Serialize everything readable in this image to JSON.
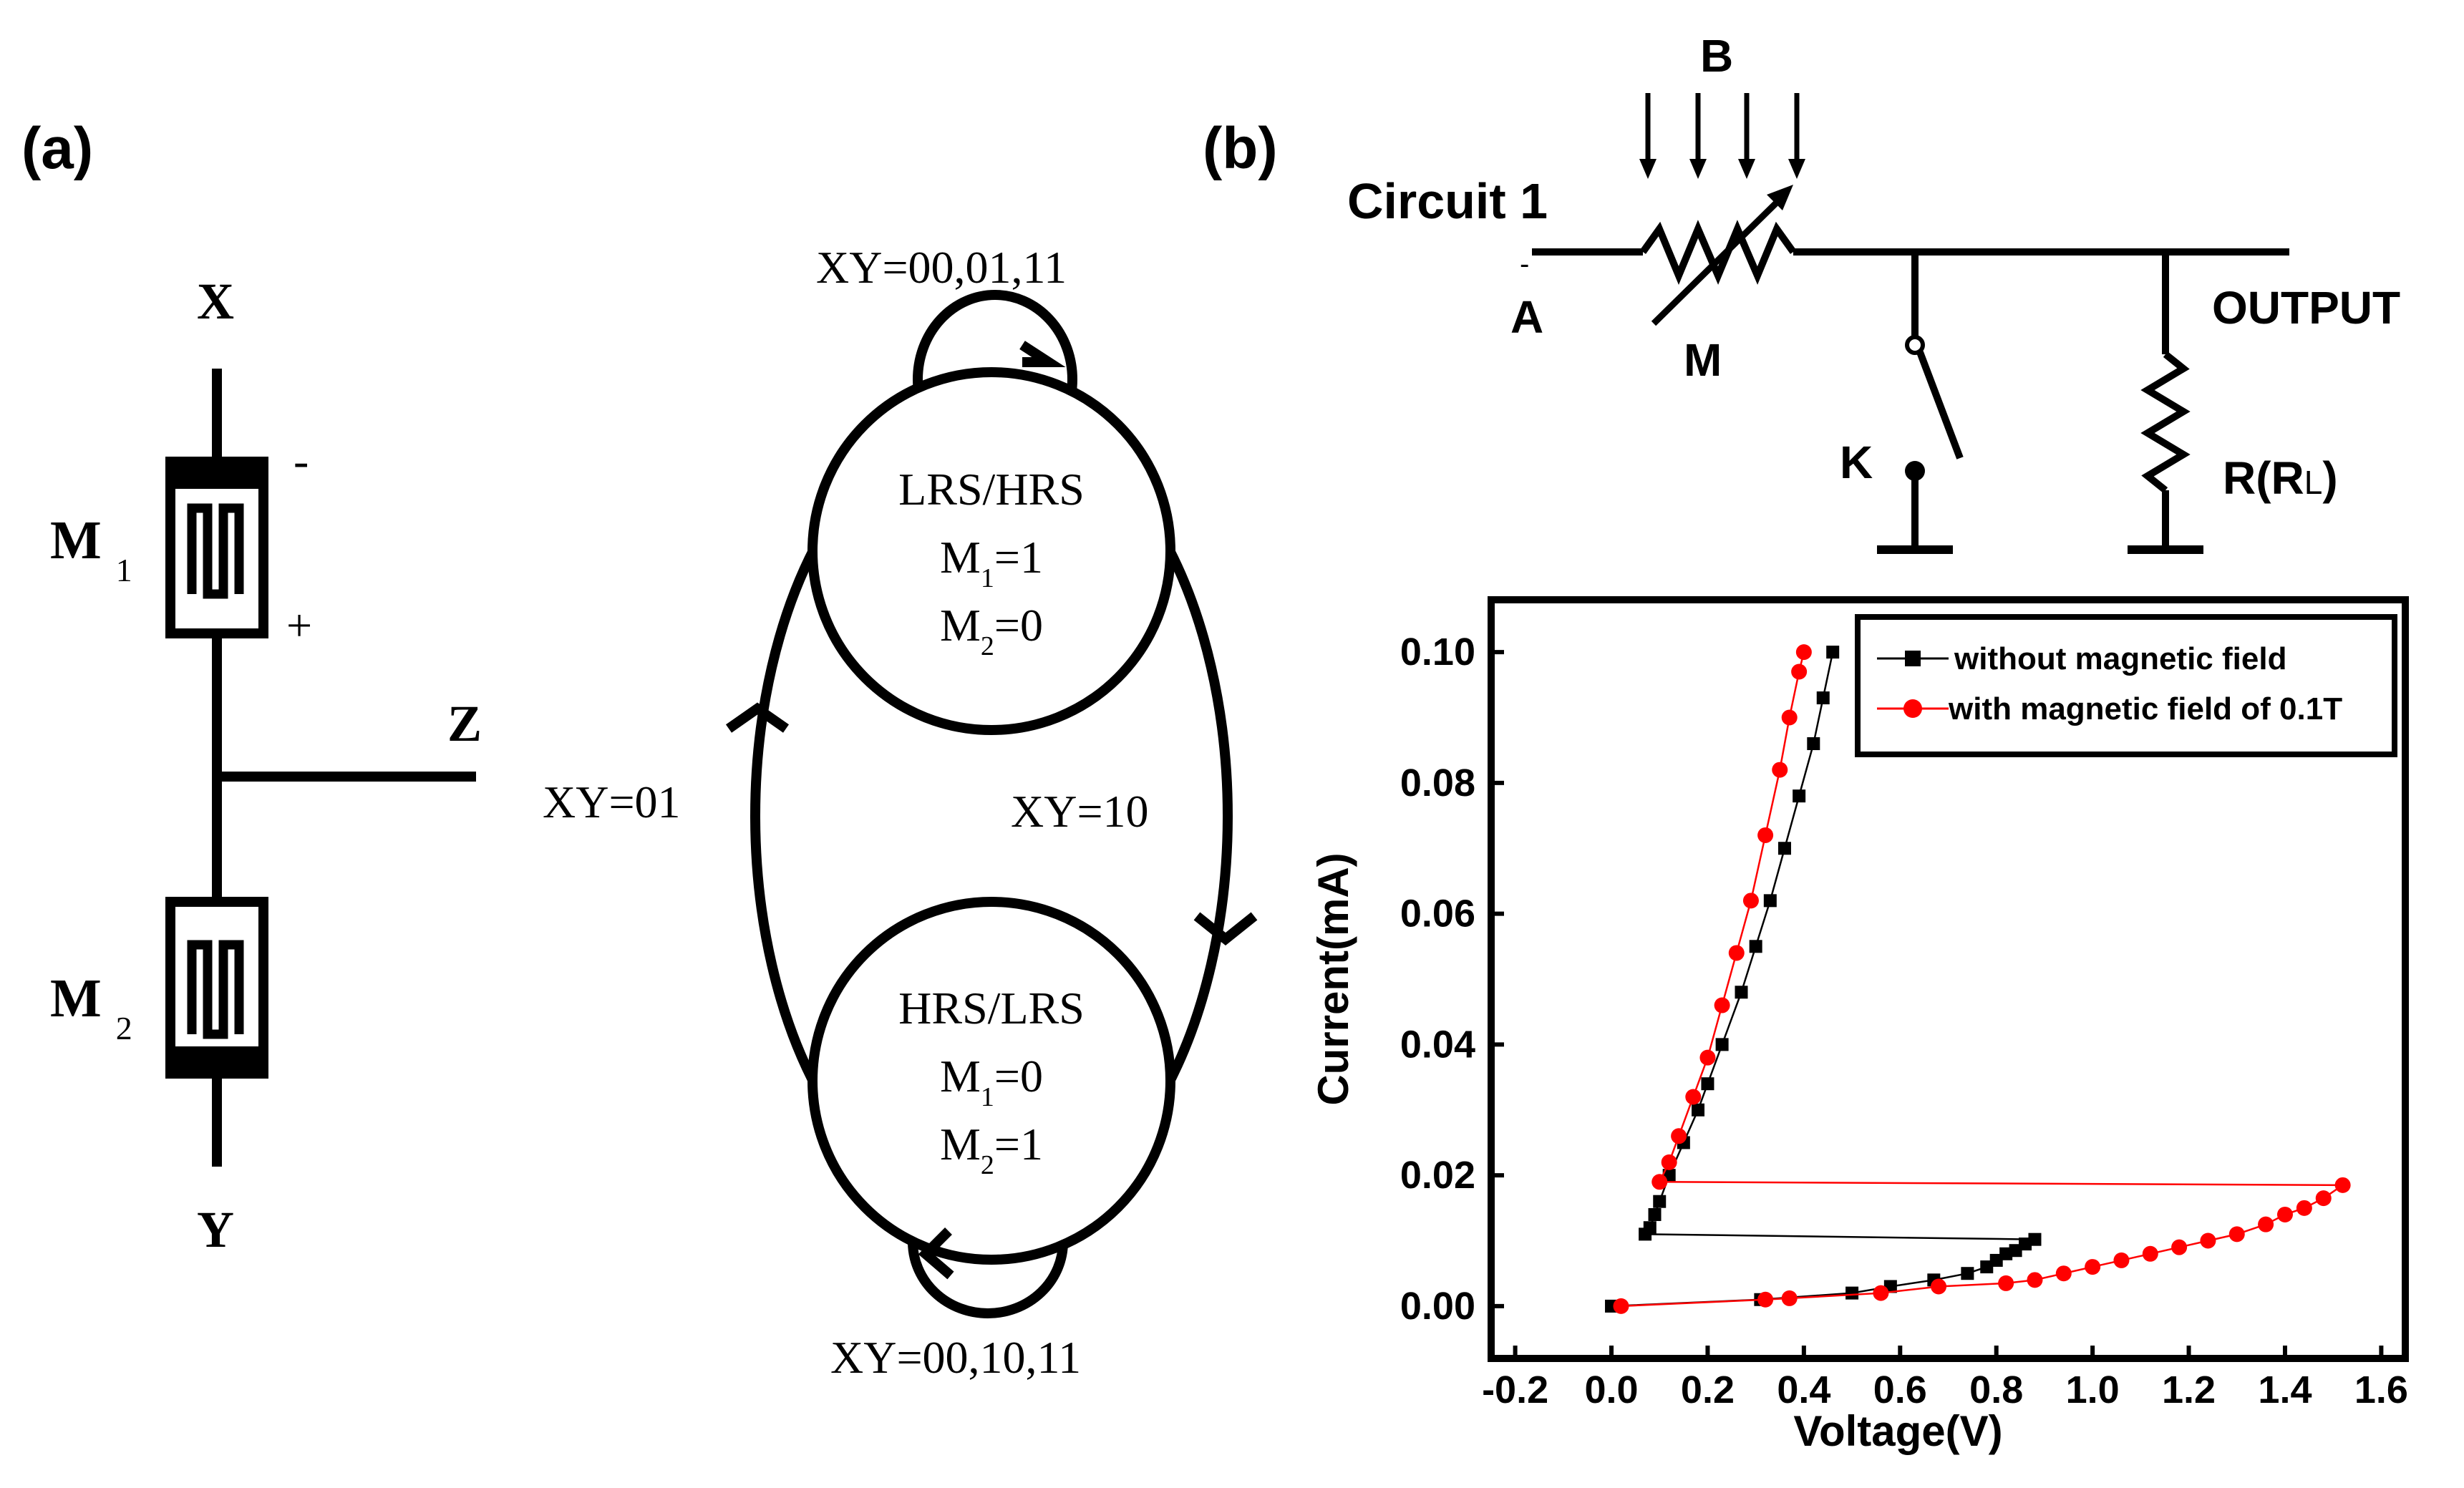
{
  "panel_a": {
    "label": "(a)",
    "x_label": "X",
    "y_label": "Y",
    "z_label": "Z",
    "m1_main": "M",
    "m1_sub": "1",
    "m2_main": "M",
    "m2_sub": "2",
    "minus_sign": "-",
    "plus_sign": "+",
    "state_top": {
      "title": "LRS/HRS",
      "m1_value": "=1",
      "m2_value": "=0"
    },
    "state_bottom": {
      "title": "HRS/LRS",
      "m1_value": "=0",
      "m2_value": "=1"
    },
    "state_var_main": "M",
    "state_var_sub1": "1",
    "state_var_sub2": "2",
    "self_loop_top": "XY=00,01,11",
    "self_loop_bottom": "XY=00,10,11",
    "transition_left": "XY=01",
    "transition_right": "XY=10"
  },
  "panel_b": {
    "label": "(b)",
    "circuit_title": "Circuit 1",
    "node_a": "A",
    "node_a_mark": "-",
    "field_label": "B",
    "memristor_label": "M",
    "switch_label": "K",
    "resistor_label_main": "R(R",
    "resistor_label_sub": "L",
    "resistor_label_close": ")",
    "output_label": "OUTPUT"
  },
  "chart_data": {
    "type": "scatter",
    "xlabel": "Voltage(V)",
    "ylabel": "Current(mA)",
    "xlim": [
      -0.25,
      1.65
    ],
    "ylim": [
      -0.008,
      0.108
    ],
    "x_ticks": [
      -0.2,
      0.0,
      0.2,
      0.4,
      0.6,
      0.8,
      1.0,
      1.2,
      1.4,
      1.6
    ],
    "x_tick_labels": [
      "-0.2",
      "0.0",
      "0.2",
      "0.4",
      "0.6",
      "0.8",
      "1.0",
      "1.2",
      "1.4",
      "1.6"
    ],
    "y_ticks": [
      0.0,
      0.02,
      0.04,
      0.06,
      0.08,
      0.1
    ],
    "y_tick_labels": [
      "0.00",
      "0.02",
      "0.04",
      "0.06",
      "0.08",
      "0.10"
    ],
    "legend_position": "top-right",
    "grid": false,
    "series": [
      {
        "name": "without magnetic field",
        "color": "#000000",
        "marker": "square",
        "points": [
          [
            0.0,
            0.0
          ],
          [
            0.31,
            0.001
          ],
          [
            0.5,
            0.002
          ],
          [
            0.58,
            0.003
          ],
          [
            0.67,
            0.004
          ],
          [
            0.74,
            0.005
          ],
          [
            0.78,
            0.006
          ],
          [
            0.8,
            0.007
          ],
          [
            0.82,
            0.008
          ],
          [
            0.84,
            0.0085
          ],
          [
            0.86,
            0.0095
          ],
          [
            0.88,
            0.0102
          ],
          [
            0.07,
            0.011
          ],
          [
            0.08,
            0.012
          ],
          [
            0.09,
            0.014
          ],
          [
            0.1,
            0.016
          ],
          [
            0.12,
            0.02
          ],
          [
            0.15,
            0.025
          ],
          [
            0.18,
            0.03
          ],
          [
            0.2,
            0.034
          ],
          [
            0.23,
            0.04
          ],
          [
            0.27,
            0.048
          ],
          [
            0.3,
            0.055
          ],
          [
            0.33,
            0.062
          ],
          [
            0.36,
            0.07
          ],
          [
            0.39,
            0.078
          ],
          [
            0.42,
            0.086
          ],
          [
            0.44,
            0.093
          ],
          [
            0.46,
            0.1
          ]
        ]
      },
      {
        "name": "with magnetic field of 0.1T",
        "color": "#ff0000",
        "marker": "circle",
        "points": [
          [
            0.02,
            0.0
          ],
          [
            0.32,
            0.001
          ],
          [
            0.37,
            0.0012
          ],
          [
            0.56,
            0.002
          ],
          [
            0.68,
            0.003
          ],
          [
            0.82,
            0.0035
          ],
          [
            0.88,
            0.004
          ],
          [
            0.94,
            0.005
          ],
          [
            1.0,
            0.006
          ],
          [
            1.06,
            0.007
          ],
          [
            1.12,
            0.008
          ],
          [
            1.18,
            0.009
          ],
          [
            1.24,
            0.01
          ],
          [
            1.3,
            0.011
          ],
          [
            1.36,
            0.0125
          ],
          [
            1.4,
            0.014
          ],
          [
            1.44,
            0.015
          ],
          [
            1.48,
            0.0165
          ],
          [
            1.52,
            0.0185
          ],
          [
            0.1,
            0.019
          ],
          [
            0.12,
            0.022
          ],
          [
            0.14,
            0.026
          ],
          [
            0.17,
            0.032
          ],
          [
            0.2,
            0.038
          ],
          [
            0.23,
            0.046
          ],
          [
            0.26,
            0.054
          ],
          [
            0.29,
            0.062
          ],
          [
            0.32,
            0.072
          ],
          [
            0.35,
            0.082
          ],
          [
            0.37,
            0.09
          ],
          [
            0.39,
            0.097
          ],
          [
            0.4,
            0.1
          ]
        ]
      }
    ]
  }
}
